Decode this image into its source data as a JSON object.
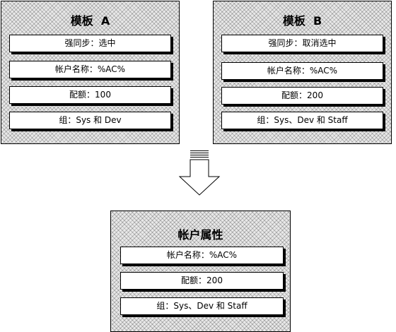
{
  "templates": [
    {
      "title": "模板  A",
      "fields": [
        "强同步：选中",
        "帐户名称：%AC%",
        "配额：100",
        "组：Sys 和 Dev"
      ]
    },
    {
      "title": "模板  B",
      "fields": [
        "强同步：取消选中",
        "帐户名称：%AC%",
        "配额：200",
        "组：Sys、Dev 和 Staff"
      ]
    }
  ],
  "result": {
    "title": "帐户属性",
    "fields": [
      "帐户名称：%AC%",
      "配额：200",
      "组：Sys、Dev 和 Staff"
    ]
  }
}
